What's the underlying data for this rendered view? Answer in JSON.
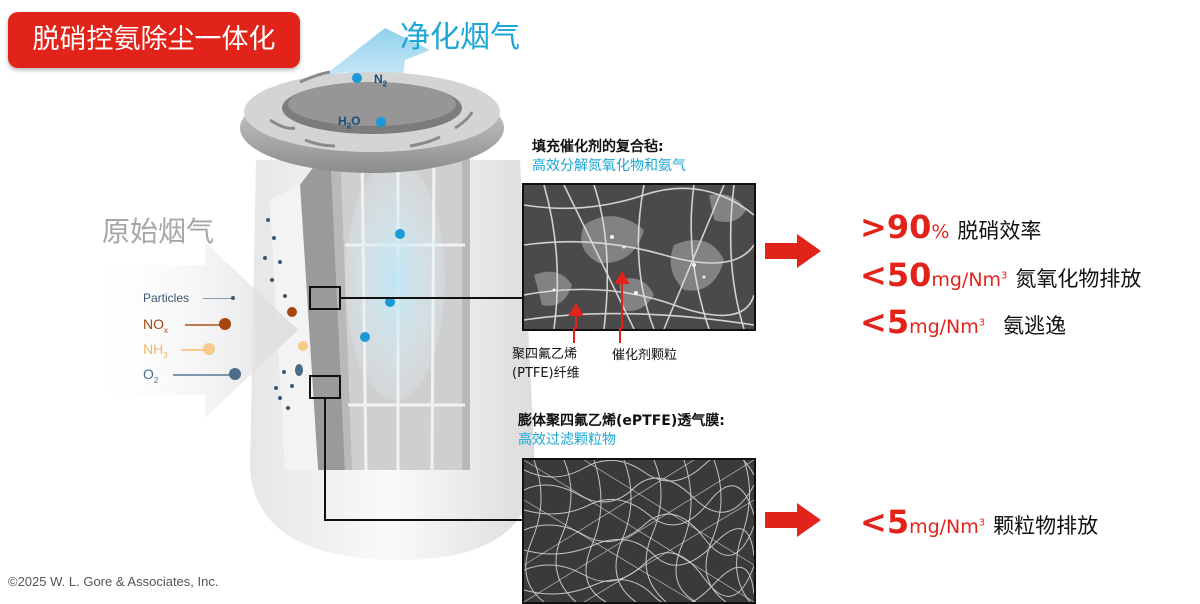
{
  "title": "脱硝控氨除尘一体化",
  "clean_gas_label": "净化烟气",
  "raw_gas_label": "原始烟气",
  "molecules": {
    "n2": "N",
    "n2_sub": "2",
    "h2o_h": "H",
    "h2o_sub": "2",
    "h2o_o": "O"
  },
  "legend": [
    {
      "label": "Particles",
      "sub": "",
      "color": "#8a9bb0"
    },
    {
      "label": "NO",
      "sub": "x",
      "color": "#a5460f"
    },
    {
      "label": "NH",
      "sub": "3",
      "color": "#f7c98a"
    },
    {
      "label": "O",
      "sub": "2",
      "color": "#4b6d8c"
    }
  ],
  "felt_panel": {
    "title": "填充催化剂的复合毡:",
    "subtitle": "高效分解氮氧化物和氨气",
    "label_ptfe": [
      "聚四氟乙烯",
      "(PTFE)纤维"
    ],
    "label_catalyst": "催化剂颗粒"
  },
  "membrane_panel": {
    "title": "膨体聚四氟乙烯(ePTFE)透气膜:",
    "subtitle": "高效过滤颗粒物"
  },
  "stats": [
    {
      "value": ">90",
      "unit": "%",
      "sup": "",
      "desc": "脱硝效率"
    },
    {
      "value": "<50",
      "unit": "mg/Nm",
      "sup": "3",
      "desc": "氮氧化物排放"
    },
    {
      "value": "<5",
      "unit": "mg/Nm",
      "sup": "3",
      "desc": "氨逃逸"
    },
    {
      "value": "<5",
      "unit": "mg/Nm",
      "sup": "3",
      "desc": "颗粒物排放"
    }
  ],
  "copyright": "©2025 W. L. Gore & Associates, Inc.",
  "colors": {
    "accent_red": "#e2231a",
    "accent_blue": "#1aa7d6"
  }
}
